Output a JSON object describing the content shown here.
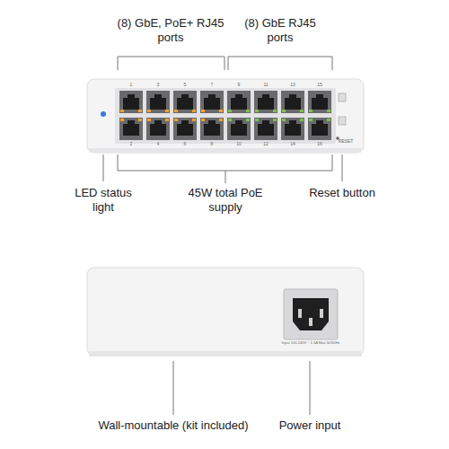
{
  "diagram": {
    "labels": [
      "(8) GbE, PoE+ RJ45 ports",
      "(8) GbE RJ45 ports",
      "LED status light",
      "45W total PoE supply",
      "Reset button",
      "Wall-mountable (kit included)",
      "Power input",
      "1",
      "3",
      "5",
      "7",
      "9",
      "11",
      "13",
      "15",
      "2",
      "4",
      "6",
      "8",
      "10",
      "12",
      "14",
      "16",
      "RESET",
      "Input 100-240V ~ 1.5A Max,50/60Hz"
    ]
  }
}
